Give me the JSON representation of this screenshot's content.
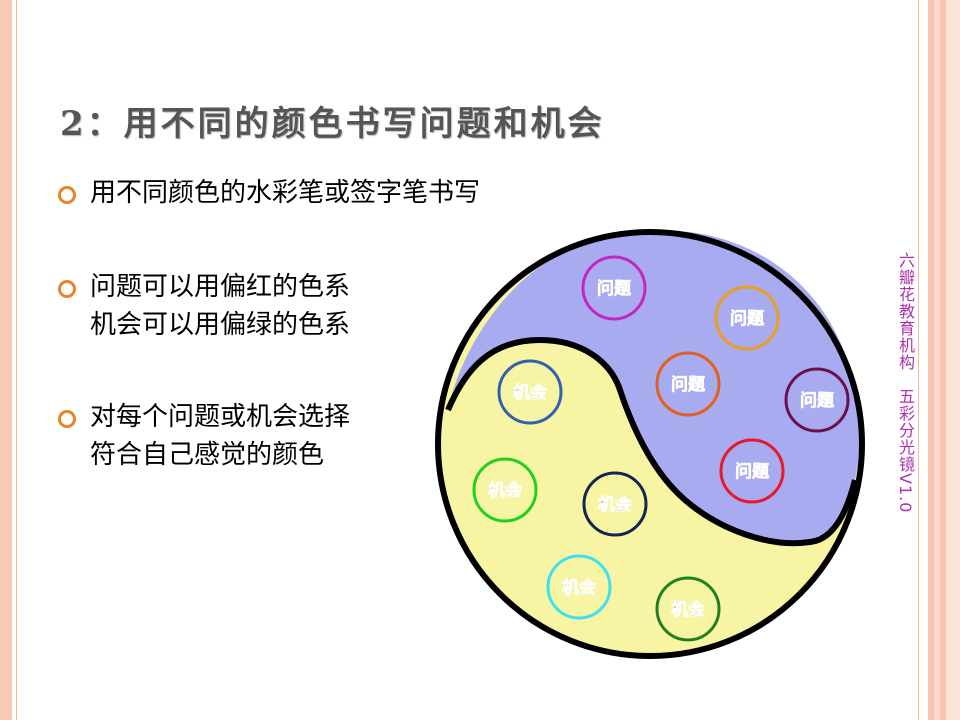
{
  "title": "2：用不同的颜色书写问题和机会",
  "bullets": [
    {
      "lines": [
        "用不同颜色的水彩笔或签字笔书写"
      ]
    },
    {
      "lines": [
        "问题可以用偏红的色系",
        "机会可以用偏绿的色系"
      ]
    },
    {
      "lines": [
        "对每个问题或机会选择",
        "符合自己感觉的颜色"
      ]
    }
  ],
  "side_text": "六瓣花教育机构　五彩分光镜V1.0",
  "diagram": {
    "upper_color": "#a9abf0",
    "lower_color": "#f7f5a3",
    "outline_color": "#000000",
    "problem_label": "问题",
    "opportunity_label": "机会",
    "problems": [
      {
        "label": "问题",
        "color": "#c028c0"
      },
      {
        "label": "问题",
        "color": "#e8a020"
      },
      {
        "label": "问题",
        "color": "#e06020"
      },
      {
        "label": "问题",
        "color": "#6a1050"
      },
      {
        "label": "问题",
        "color": "#e81828"
      }
    ],
    "opportunities": [
      {
        "label": "机会",
        "color": "#3060b0"
      },
      {
        "label": "机会",
        "color": "#20d020"
      },
      {
        "label": "机会",
        "color": "#102850"
      },
      {
        "label": "机会",
        "color": "#40e0f0"
      },
      {
        "label": "机会",
        "color": "#208020"
      }
    ]
  }
}
